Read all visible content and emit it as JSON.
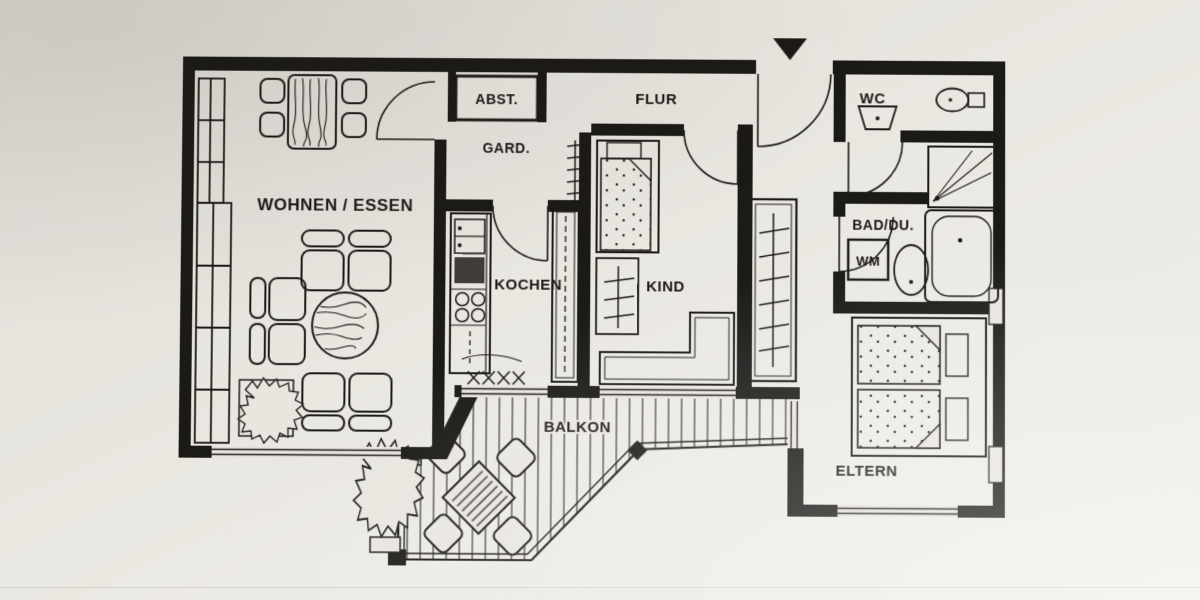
{
  "colors": {
    "paper": "#e8e5df",
    "ink": "#1c1a17"
  },
  "entrance": {
    "marker": "entry-arrow"
  },
  "rooms": {
    "living": {
      "label": "WOHNEN / ESSEN"
    },
    "storage": {
      "label": "ABST."
    },
    "wardrobe": {
      "label": "GARD."
    },
    "hall": {
      "label": "FLUR"
    },
    "wc": {
      "label": "WC"
    },
    "bath": {
      "label": "BAD/DU."
    },
    "kitchen": {
      "label": "KOCHEN"
    },
    "child": {
      "label": "KIND"
    },
    "parents": {
      "label": "ELTERN"
    },
    "balcony": {
      "label": "BALKON"
    }
  },
  "fixtures": {
    "washing_machine": {
      "label": "WM"
    }
  }
}
